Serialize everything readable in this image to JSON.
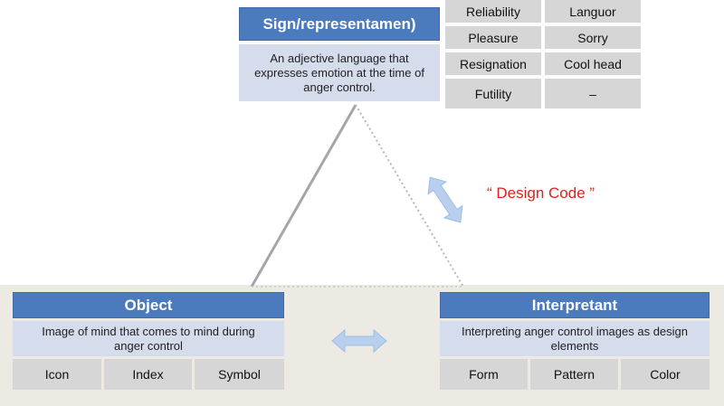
{
  "sign": {
    "title": "Sign/representamen)",
    "description": "An adjective language that expresses emotion at the time of anger control."
  },
  "emotion_table": [
    [
      "Reliability",
      "Languor"
    ],
    [
      "Pleasure",
      "Sorry"
    ],
    [
      "Resignation",
      "Cool head"
    ],
    [
      "Futility",
      "–"
    ]
  ],
  "design_code": "“ Design Code ”",
  "object": {
    "title": "Object",
    "description": "Image of mind that comes to mind during anger control",
    "items": [
      "Icon",
      "Index",
      "Symbol"
    ]
  },
  "interpretant": {
    "title": "Interpretant",
    "description": "Interpreting anger control images as design elements",
    "items": [
      "Form",
      "Pattern",
      "Color"
    ]
  },
  "colors": {
    "header_blue": "#4c7bbd",
    "description_bg": "#d5ddec",
    "cell_gray": "#d6d6d6",
    "band_beige": "#eceae3",
    "arrow_light_blue": "#b8cfee",
    "design_code_red": "#e0201a"
  },
  "icons": {
    "diagonal_arrow": "double-headed-arrow-icon",
    "horizontal_arrow": "double-headed-arrow-icon"
  }
}
